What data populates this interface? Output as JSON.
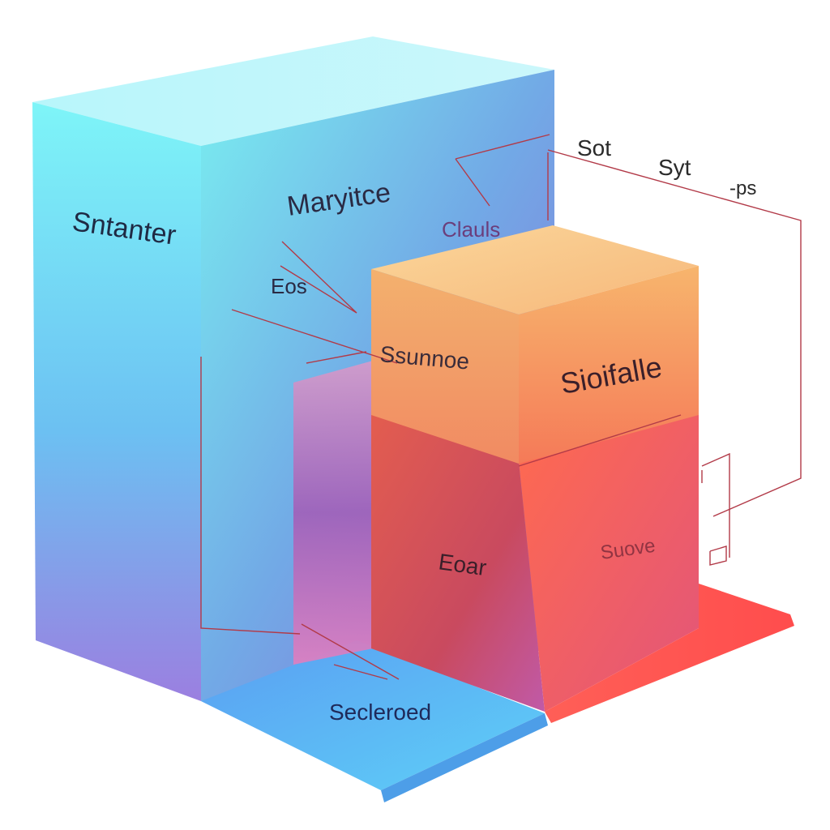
{
  "labels": {
    "left_face": "Sntanter",
    "top_center": "Maryitce",
    "eos": "Eos",
    "clauls": "Clauls",
    "ssunnoe": "Ssunnoe",
    "sioifalle": "Sioifalle",
    "eoar": "Eoar",
    "suove": "Suove",
    "secleroed": "Secleroed",
    "sot": "Sot",
    "syt": "Syt",
    "ps": "-ps"
  },
  "colors": {
    "cyan": "#7cf3f7",
    "sky_blue": "#5bb8f5",
    "violet": "#9a7be0",
    "magenta": "#d65fb6",
    "orange": "#f5a357",
    "peach": "#f8c88a",
    "coral": "#f3564a",
    "leader_line": "#b23a48"
  }
}
